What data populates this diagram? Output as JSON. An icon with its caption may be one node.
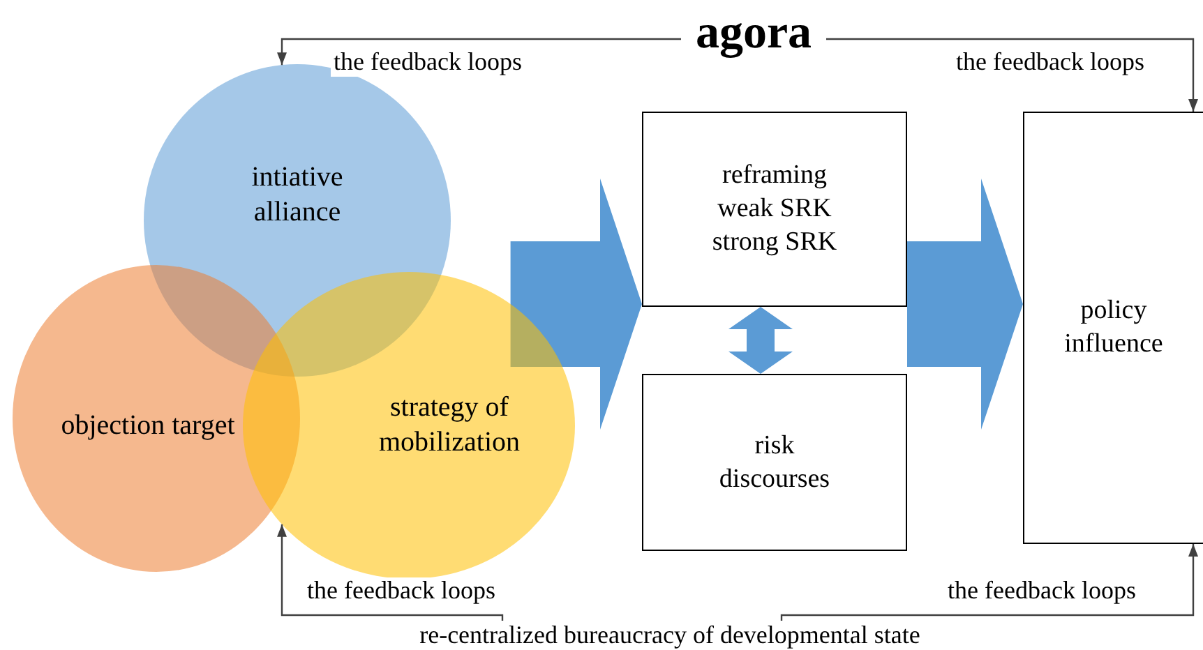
{
  "diagram": {
    "nodes": [
      {
        "text": [
          "agora"
        ]
      },
      {
        "text": [
          "intiative alliance"
        ]
      },
      {
        "text": [
          "objection target"
        ]
      },
      {
        "text": [
          "strategy of mobilization"
        ]
      },
      {
        "text": [
          "reframing weak SRK strong SRK"
        ]
      },
      {
        "text": [
          "risk discourses"
        ]
      },
      {
        "text": [
          "policy influence"
        ]
      },
      {
        "text": [
          "re-centralized bureaucracy of developmental state"
        ]
      }
    ],
    "edges": [
      {
        "from": 0,
        "to": 1,
        "arrow": "to",
        "label": "the feedback loops"
      },
      {
        "from": 0,
        "to": 6,
        "arrow": "to",
        "label": "the feedback loops"
      },
      {
        "from": 7,
        "to": 3,
        "arrow": "to",
        "label": "the feedback loops"
      },
      {
        "from": 7,
        "to": 6,
        "arrow": "to",
        "label": "the feedback loops"
      },
      {
        "from": 3,
        "to": 4,
        "arrow": "to",
        "style": "thick",
        "color": "#5b9bd5"
      },
      {
        "from": 4,
        "to": 5,
        "arrow": "both",
        "style": "thick",
        "color": "#5b9bd5"
      },
      {
        "from": 4,
        "to": 6,
        "arrow": "to",
        "style": "thick",
        "color": "#5b9bd5"
      }
    ]
  }
}
